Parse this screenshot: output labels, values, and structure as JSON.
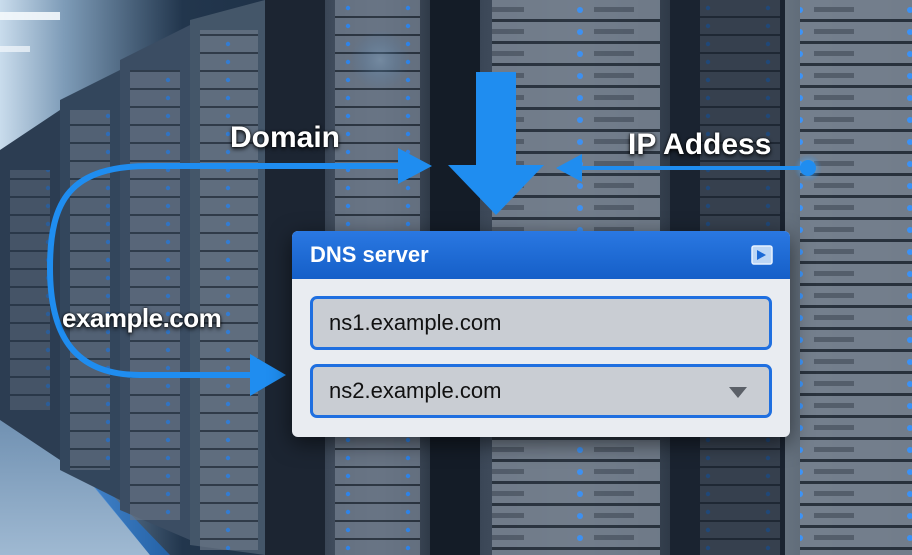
{
  "labels": {
    "domain": "Domain",
    "ip_address": "IP Addess",
    "example": "example.com"
  },
  "dialog": {
    "title": "DNS server",
    "field_1": "ns1.example.com",
    "field_2": "ns2.example.com"
  },
  "colors": {
    "accent": "#1f8df0",
    "header": "#1c6ad6",
    "field_border": "#1f6fe0"
  },
  "icons": {
    "header_action": "collapse-icon",
    "dropdown": "chevron-down-icon"
  }
}
